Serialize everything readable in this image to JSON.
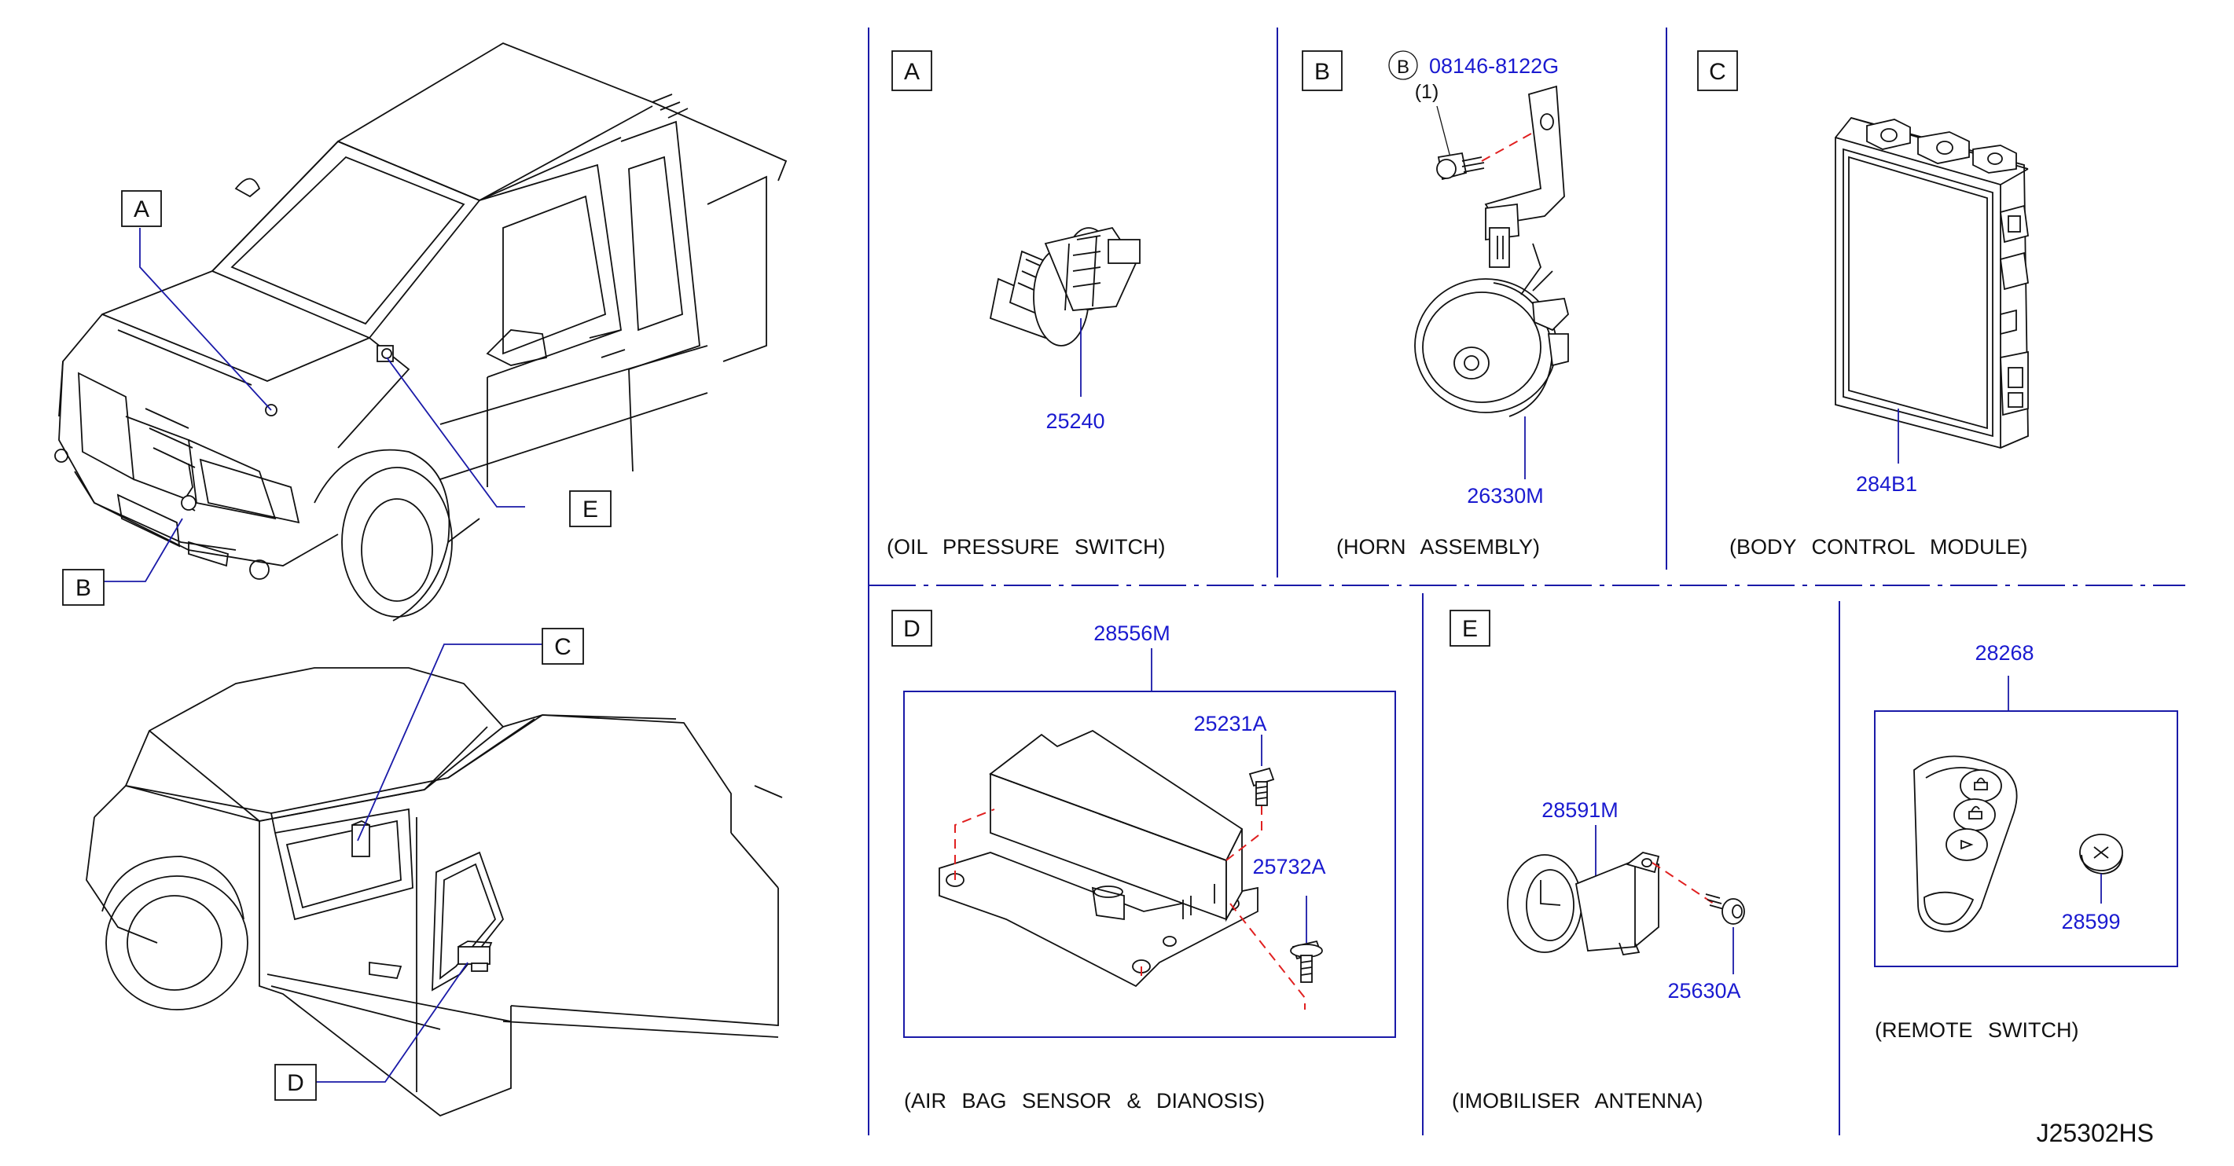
{
  "callouts": {
    "A": "A",
    "B": "B",
    "C": "C",
    "D": "D",
    "E": "E"
  },
  "panels": {
    "oil": {
      "letter": "A",
      "part": "25240",
      "caption": "(OIL PRESSURE SWITCH)"
    },
    "horn": {
      "letter": "B",
      "bolt_marker": "B",
      "bolt_part": "08146-8122G",
      "bolt_qty": "(1)",
      "part": "26330M",
      "caption": "(HORN ASSEMBLY)"
    },
    "bcm": {
      "letter": "C",
      "part": "284B1",
      "caption": "(BODY CONTROL MODULE)"
    },
    "airbag": {
      "letter": "D",
      "assembly_part": "28556M",
      "bolt1": "25231A",
      "bolt2": "25732A",
      "caption": "(AIR BAG SENSOR & DIANOSIS)"
    },
    "immobiliser": {
      "letter": "E",
      "part": "28591M",
      "screw": "25630A",
      "caption": "(IMOBILISER ANTENNA)"
    },
    "remote": {
      "assembly_part": "28268",
      "battery": "28599",
      "caption": "(REMOTE SWITCH)"
    }
  },
  "diagram_code": "J25302HS"
}
